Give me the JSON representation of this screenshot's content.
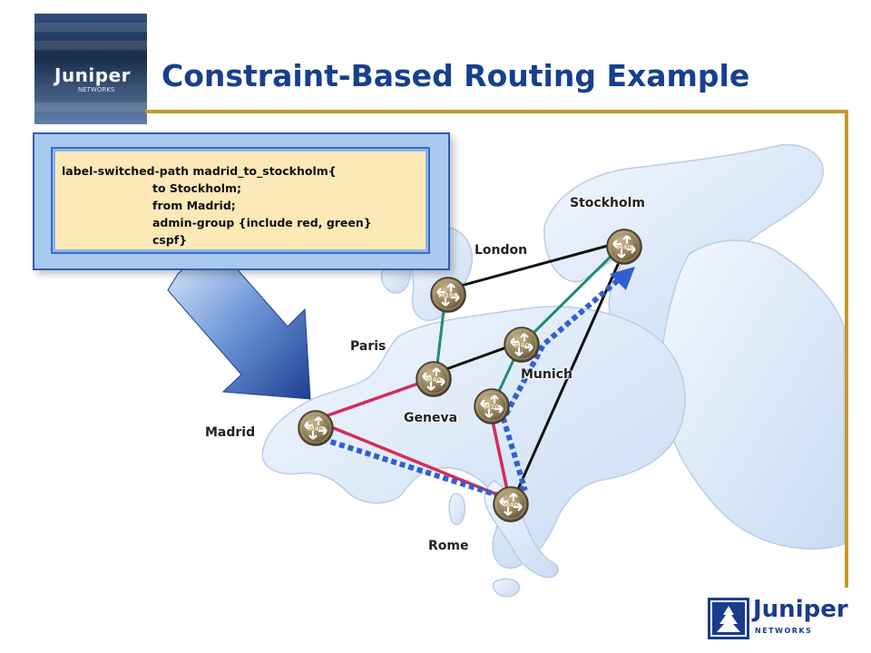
{
  "title": "Constraint-Based Routing Example",
  "logo": {
    "brand": "Juniper",
    "sub": "NETWORKS"
  },
  "code": {
    "lines": [
      "label-switched-path   madrid_to_stockholm{",
      "to Stockholm;",
      "from Madrid;",
      "admin-group {include red, green}",
      "cspf}"
    ]
  },
  "cities": {
    "stockholm": "Stockholm",
    "london": "London",
    "paris": "Paris",
    "munich": "Munich",
    "geneva": "Geneva",
    "madrid": "Madrid",
    "rome": "Rome"
  },
  "routers": {
    "stockholm": "M40",
    "london": "M160",
    "munich": "M40",
    "geneva": "M40",
    "m20_node": "M20",
    "madrid": "M40",
    "rome": "M40"
  },
  "colors": {
    "title": "#163f8e",
    "accent_rule": "#c49a2a",
    "red_link": "#d62b5a",
    "green_link": "#1f8a78",
    "black_link": "#111111",
    "lsp_path": "#2f5fd0",
    "code_bg": "#fde8b8",
    "panel_bg": "#a9c9ef"
  }
}
